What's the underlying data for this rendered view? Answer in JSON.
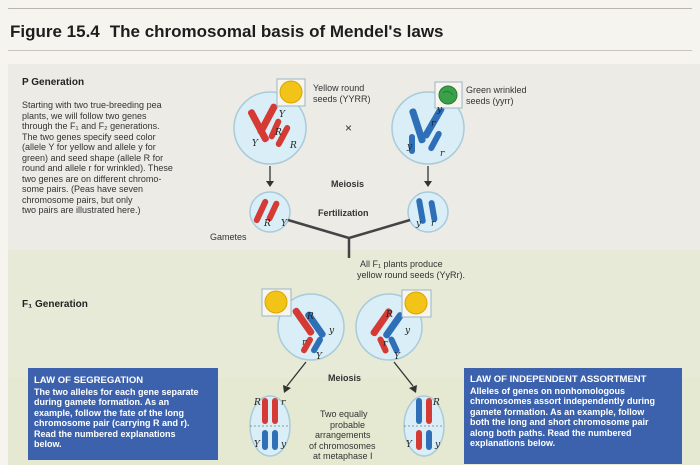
{
  "figure": {
    "number": "Figure 15.4",
    "title": "The chromosomal basis of Mendel's laws"
  },
  "p_generation": {
    "heading": "P Generation",
    "lines": [
      "Starting with two true-breeding pea",
      "plants, we will follow two genes",
      "through the F₁ and F₂ generations.",
      "The two genes specify seed color",
      "(allele Y for yellow and allele y for",
      "green) and seed shape (allele R for",
      "round and allele r for wrinkled). These",
      "two genes are on different chromo-",
      "some pairs. (Peas have seven",
      "chromosome pairs, but only",
      "two pairs are illustrated here.)"
    ]
  },
  "labels": {
    "yellow_round": [
      "Yellow round",
      "seeds (YYRR)"
    ],
    "green_wrinkled": [
      "Green wrinkled",
      "seeds (yyrr)"
    ],
    "cross": "×",
    "meiosis": "Meiosis",
    "fertilization": "Fertilization",
    "gametes": "Gametes",
    "f1_result": [
      "All F₁ plants produce",
      "yellow round seeds (YyRr)."
    ],
    "meiosis_f1": "Meiosis",
    "metaphase": [
      "Two equally",
      "probable",
      "arrangements",
      "of chromosomes",
      "at metaphase I"
    ]
  },
  "f1_generation": {
    "heading": "F₁ Generation"
  },
  "law_segregation": {
    "title": "LAW OF SEGREGATION",
    "lines": [
      "The two alleles for each gene separate",
      "during gamete formation. As an",
      "example, follow the fate of the long",
      "chromosome pair (carrying R and r).",
      "Read the numbered explanations",
      "below."
    ]
  },
  "law_independent": {
    "title": "LAW OF INDEPENDENT ASSORTMENT",
    "lines": [
      "Alleles of genes on nonhomologous",
      "chromosomes assort independently during",
      "gamete formation. As an example, follow",
      "both the long and short chromosome pair",
      "along both paths. Read the numbered",
      "explanations below."
    ]
  },
  "allele_letters": {
    "Y": "Y",
    "y": "y",
    "R": "R",
    "r": "r"
  },
  "colors": {
    "red": "#d53a35",
    "blue": "#2f6fb8",
    "yellow": "#f3c418",
    "green": "#3aa04a",
    "box": "#3d62ad",
    "cell": "#d9eef6"
  }
}
